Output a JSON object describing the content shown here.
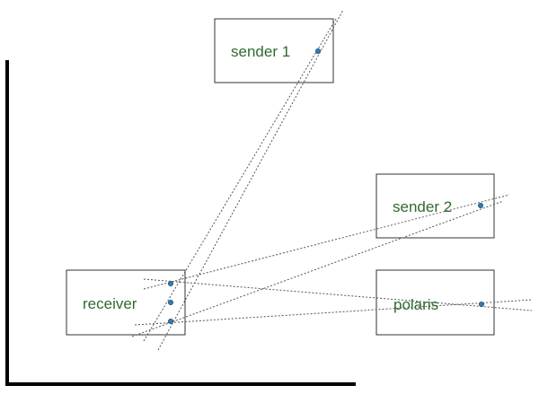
{
  "nodes": {
    "sender1": {
      "label": "sender 1"
    },
    "sender2": {
      "label": "sender 2"
    },
    "receiver": {
      "label": "receiver"
    },
    "polaris": {
      "label": "polaris"
    }
  },
  "colors": {
    "box_stroke": "#333333",
    "label_text": "#2f6a2f",
    "dot_fill": "#2c7fb8",
    "dot_stroke": "#1c4f76",
    "line_stroke": "#555555",
    "axis": "#000000"
  }
}
